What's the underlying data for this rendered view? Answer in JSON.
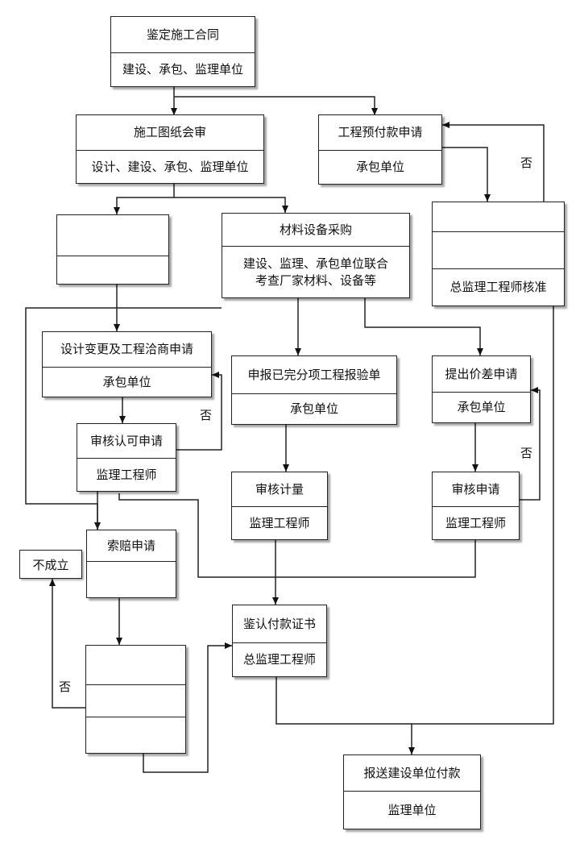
{
  "nodes": {
    "contract": {
      "title": "鉴定施工合同",
      "party": "建设、承包、监理单位"
    },
    "prepay": {
      "title": "工程预付款申请",
      "party": "承包单位"
    },
    "drawing": {
      "title": "施工图纸会审",
      "party": "设计、建设、承包、监理单位"
    },
    "blank1": {
      "title": "",
      "party": ""
    },
    "purchase": {
      "title": "材料设备采购",
      "party": "建设、监理、承包单位联合\n考查厂家材料、设备等"
    },
    "chief_approve": {
      "title": "",
      "party": "",
      "extra": "总监理工程师核准"
    },
    "change": {
      "title": "设计变更及工程洽商申请",
      "party": "承包单位"
    },
    "inspect": {
      "title": "申报已完分项工程报验单",
      "party": "承包单位"
    },
    "price": {
      "title": "提出价差申请",
      "party": "承包单位"
    },
    "review": {
      "title": "审核认可申请",
      "party": "监理工程师"
    },
    "measure": {
      "title": "审核计量",
      "party": "监理工程师"
    },
    "price_review": {
      "title": "审核申请",
      "party": "监理工程师"
    },
    "claim": {
      "title": "索赔申请",
      "party": ""
    },
    "cert": {
      "title": "鉴认付款证书",
      "party": "总监理工程师"
    },
    "blank2": {
      "title": "",
      "party": "",
      "extra": ""
    },
    "payment": {
      "title": "报送建设单位付款",
      "party": "监理单位"
    }
  },
  "invalid_label": "不成立",
  "no_labels": {
    "prepay_loop": "否",
    "review_loop": "否",
    "price_loop": "否",
    "claim_loop": "否"
  }
}
